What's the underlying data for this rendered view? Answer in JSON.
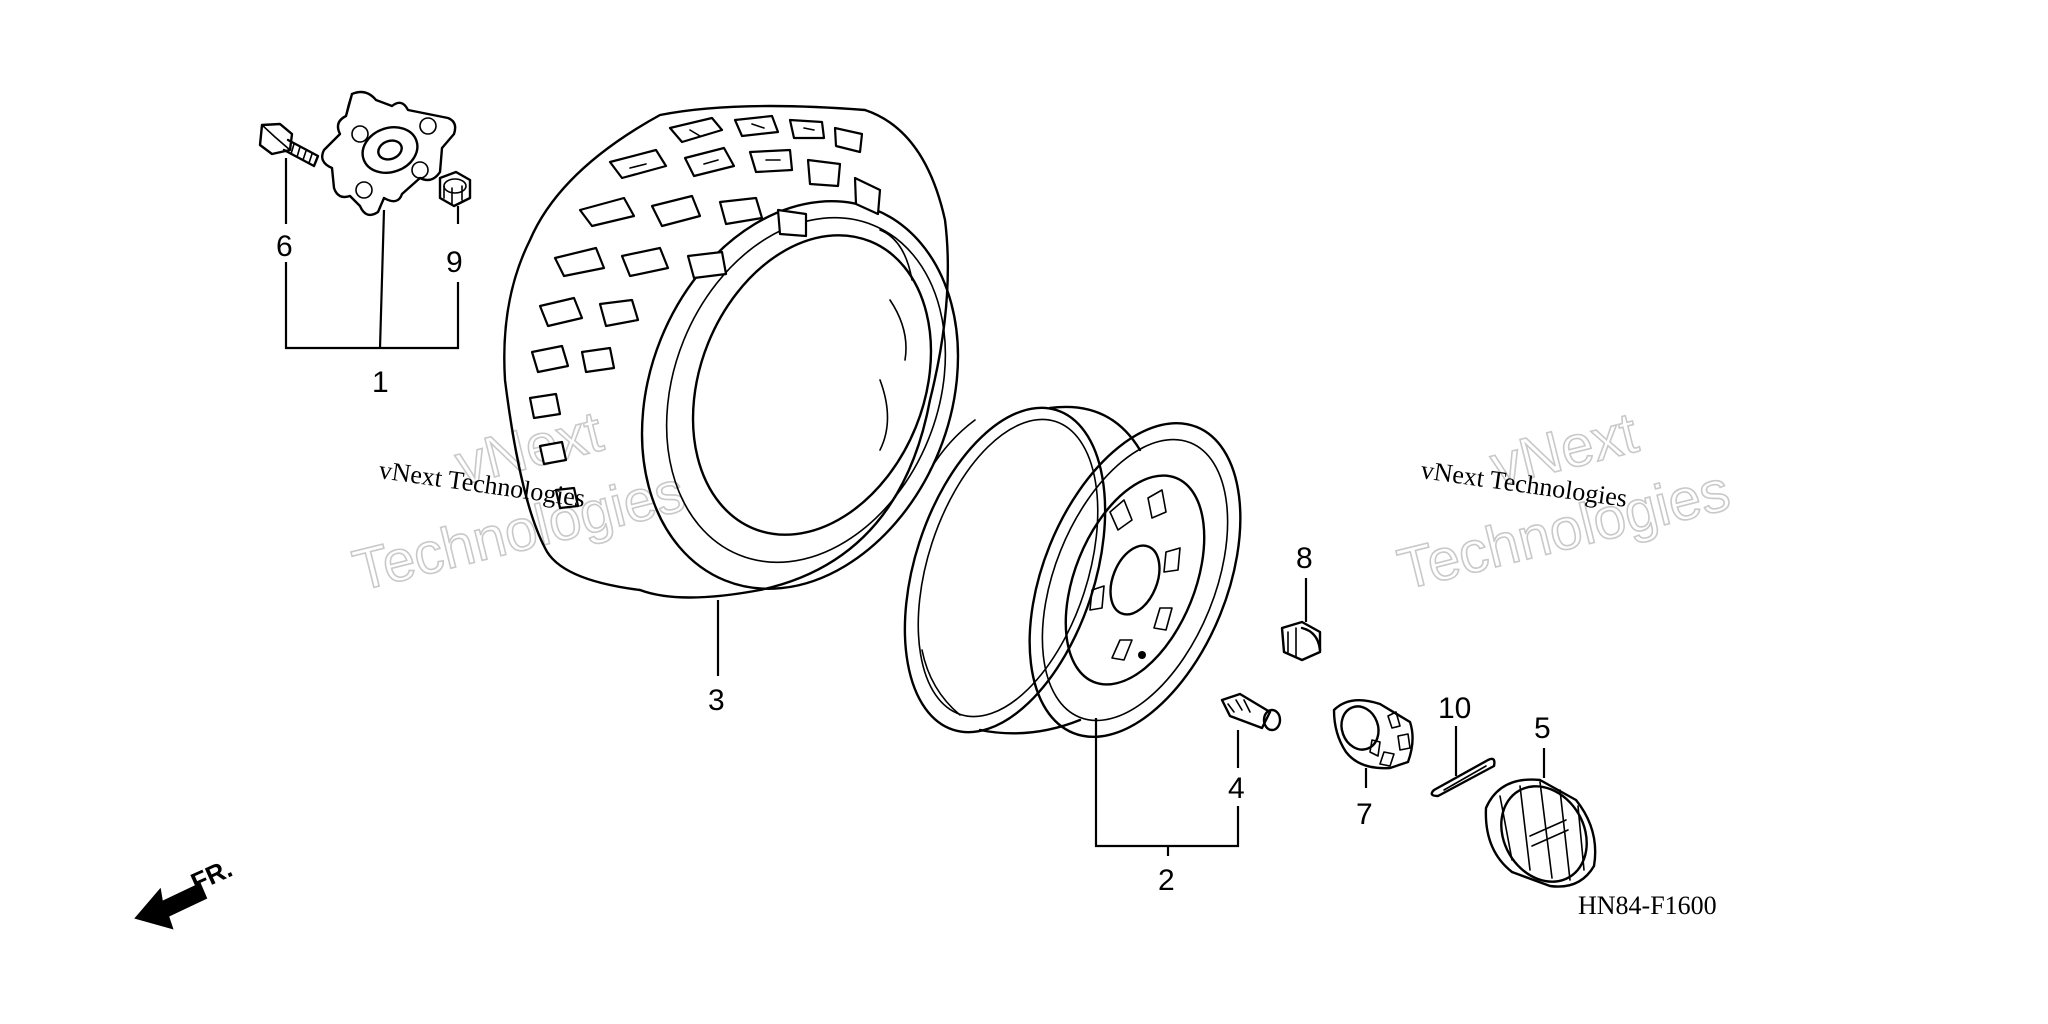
{
  "callouts": {
    "c1": "1",
    "c2": "2",
    "c3": "3",
    "c4": "4",
    "c5": "5",
    "c6": "6",
    "c7": "7",
    "c8": "8",
    "c9": "9",
    "c10": "10"
  },
  "watermark": {
    "left_small": "vNext Technologies",
    "left_big_1": "vNext",
    "left_big_2": "Technologies",
    "right_small": "vNext Technologies",
    "right_big_1": "vNext",
    "right_big_2": "Technologies"
  },
  "diagram_code": "HN84-F1600",
  "direction": {
    "label": "FR.",
    "icon": "front-direction-arrow-icon"
  }
}
